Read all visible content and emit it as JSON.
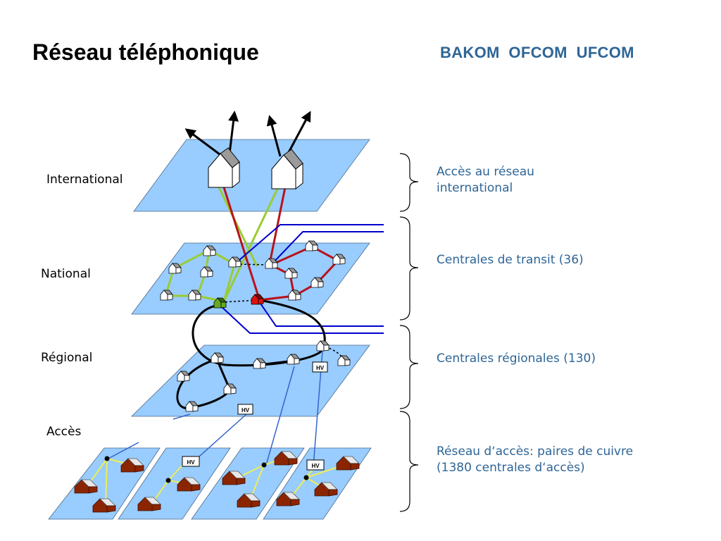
{
  "title": "Réseau téléphonique",
  "logo": "BAKOM  OFCOM  UFCOM",
  "layers": {
    "international": "International",
    "national": "National",
    "regional": "Régional",
    "access": "Accès"
  },
  "descriptions": {
    "international": "Accès au réseau international",
    "transit": "Centrales de transit (36)",
    "regional": "Centrales régionales (130)",
    "access": "Réseau d‘accès: paires de cuivre (1380 centrales d‘accès)"
  },
  "hv_label": "HV",
  "colors": {
    "plane": "#99ccff",
    "green_link": "#99cc33",
    "red_link": "#b8121a",
    "blue_link": "#0000cc",
    "access_link": "#3366cc",
    "house_roof": "#8b2500",
    "accent": "#2e6596"
  }
}
